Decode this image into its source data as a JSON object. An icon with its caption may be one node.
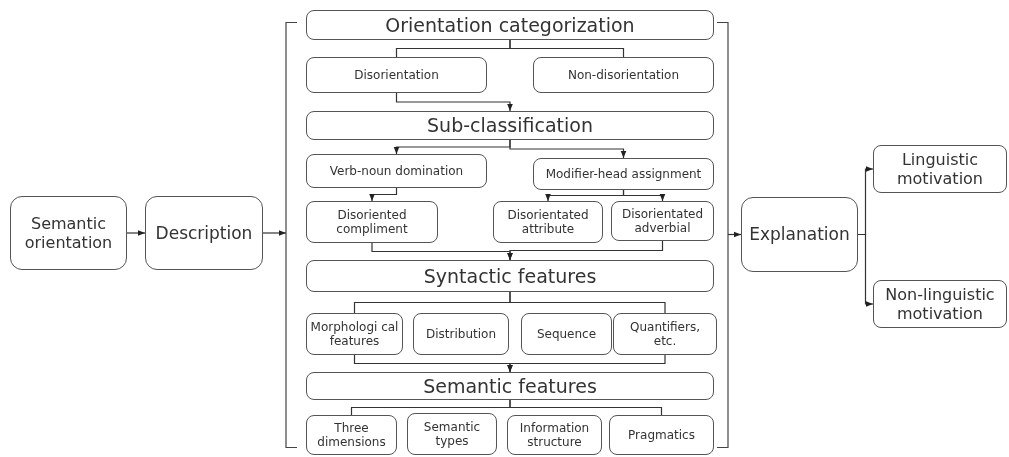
{
  "diagram": {
    "nodes": [
      {
        "text": [
          "Semantic orientation"
        ]
      },
      {
        "text": [
          "Description"
        ]
      },
      {
        "text": [],
        "shape": "bracket"
      },
      {
        "text": [
          "Orientation categorization"
        ]
      },
      {
        "text": [
          "Disorientation"
        ]
      },
      {
        "text": [
          "Non-disorientation"
        ]
      },
      {
        "text": [
          "Sub-classification"
        ]
      },
      {
        "text": [
          "Verb-noun domination"
        ]
      },
      {
        "text": [
          "Modifier-head assignment"
        ]
      },
      {
        "text": [
          "Disoriented compliment"
        ]
      },
      {
        "text": [
          "Disorientated attribute"
        ]
      },
      {
        "text": [
          "Disorientated adverbial"
        ]
      },
      {
        "text": [
          "Syntactic features"
        ]
      },
      {
        "text": [
          "Morphologi cal features"
        ]
      },
      {
        "text": [
          "Distribution"
        ]
      },
      {
        "text": [
          "Sequence"
        ]
      },
      {
        "text": [
          "Quantifiers, etc."
        ]
      },
      {
        "text": [
          "Semantic features"
        ]
      },
      {
        "text": [
          "Three dimensions"
        ]
      },
      {
        "text": [
          "Semantic types"
        ]
      },
      {
        "text": [
          "Information structure"
        ]
      },
      {
        "text": [
          "Pragmatics"
        ]
      },
      {
        "text": [],
        "shape": "bracket"
      },
      {
        "text": [
          "Explanation"
        ]
      },
      {
        "text": [
          "Linguistic motivation"
        ]
      },
      {
        "text": [
          "Non-linguistic motivation"
        ]
      }
    ],
    "edges": [
      {
        "from": 0,
        "to": 1,
        "arrow": "to"
      },
      {
        "from": 1,
        "to": 2,
        "arrow": "to"
      },
      {
        "from": 3,
        "to": 4,
        "arrow": "none"
      },
      {
        "from": 3,
        "to": 5,
        "arrow": "none"
      },
      {
        "from": 4,
        "to": 6,
        "arrow": "to"
      },
      {
        "from": 6,
        "to": 7,
        "arrow": "to"
      },
      {
        "from": 6,
        "to": 8,
        "arrow": "to"
      },
      {
        "from": 7,
        "to": 9,
        "arrow": "to"
      },
      {
        "from": 8,
        "to": 10,
        "arrow": "to"
      },
      {
        "from": 8,
        "to": 11,
        "arrow": "to"
      },
      {
        "from": 9,
        "to": 12,
        "arrow": "to"
      },
      {
        "from": 11,
        "to": 12,
        "arrow": "to"
      },
      {
        "from": 12,
        "to": 13,
        "arrow": "none"
      },
      {
        "from": 12,
        "to": 16,
        "arrow": "none"
      },
      {
        "from": 13,
        "to": 17,
        "arrow": "to"
      },
      {
        "from": 16,
        "to": 17,
        "arrow": "to"
      },
      {
        "from": 17,
        "to": 18,
        "arrow": "none"
      },
      {
        "from": 17,
        "to": 21,
        "arrow": "none"
      },
      {
        "from": 22,
        "to": 23,
        "arrow": "to"
      },
      {
        "from": 23,
        "to": 24,
        "arrow": "to"
      },
      {
        "from": 23,
        "to": 25,
        "arrow": "to"
      }
    ]
  }
}
